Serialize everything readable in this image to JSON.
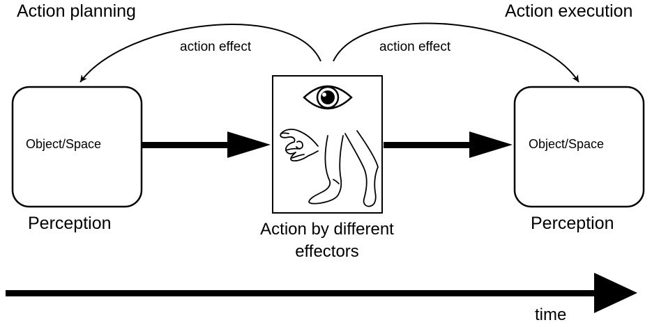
{
  "headings": {
    "left": "Action planning",
    "right": "Action execution"
  },
  "arcs": {
    "left_label": "action effect",
    "right_label": "action effect"
  },
  "boxes": {
    "left": {
      "text": "Object/Space",
      "caption": "Perception"
    },
    "right": {
      "text": "Object/Space",
      "caption": "Perception"
    }
  },
  "center": {
    "caption_line1": "Action by different",
    "caption_line2": "effectors",
    "icons": [
      "eye-icon",
      "hand-icon",
      "legs-icon"
    ]
  },
  "timeline": {
    "label": "time"
  },
  "colors": {
    "stroke": "#000000",
    "background": "#ffffff"
  }
}
